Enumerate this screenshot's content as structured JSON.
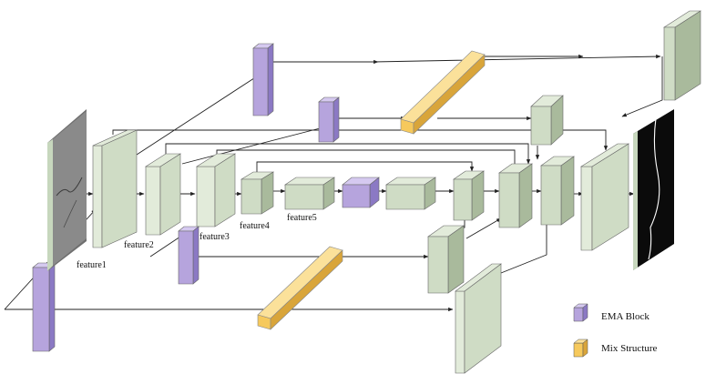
{
  "colors": {
    "feature_front": "#cfdcc5",
    "feature_top": "#e2ebda",
    "feature_side": "#a9ba9c",
    "ema_front": "#b6a4dd",
    "ema_top": "#d5c9f0",
    "ema_side": "#8b79c4",
    "mix_front": "#f6c95c",
    "mix_top": "#fbe19a",
    "mix_side": "#d9a53a",
    "line": "#222222",
    "input_image": "#7d7d7d",
    "output_image": "#0b0b0b"
  },
  "labels": {
    "feature1": "feature1",
    "feature2": "feature2",
    "feature3": "feature3",
    "feature4": "feature4",
    "feature5": "feature5"
  },
  "legend": {
    "ema_block": "EMA Block",
    "mix_structure": "Mix Structure"
  },
  "icons": {
    "arrow": "arrow-icon",
    "input": "crack-input-image-icon",
    "output": "crack-mask-output-icon"
  }
}
